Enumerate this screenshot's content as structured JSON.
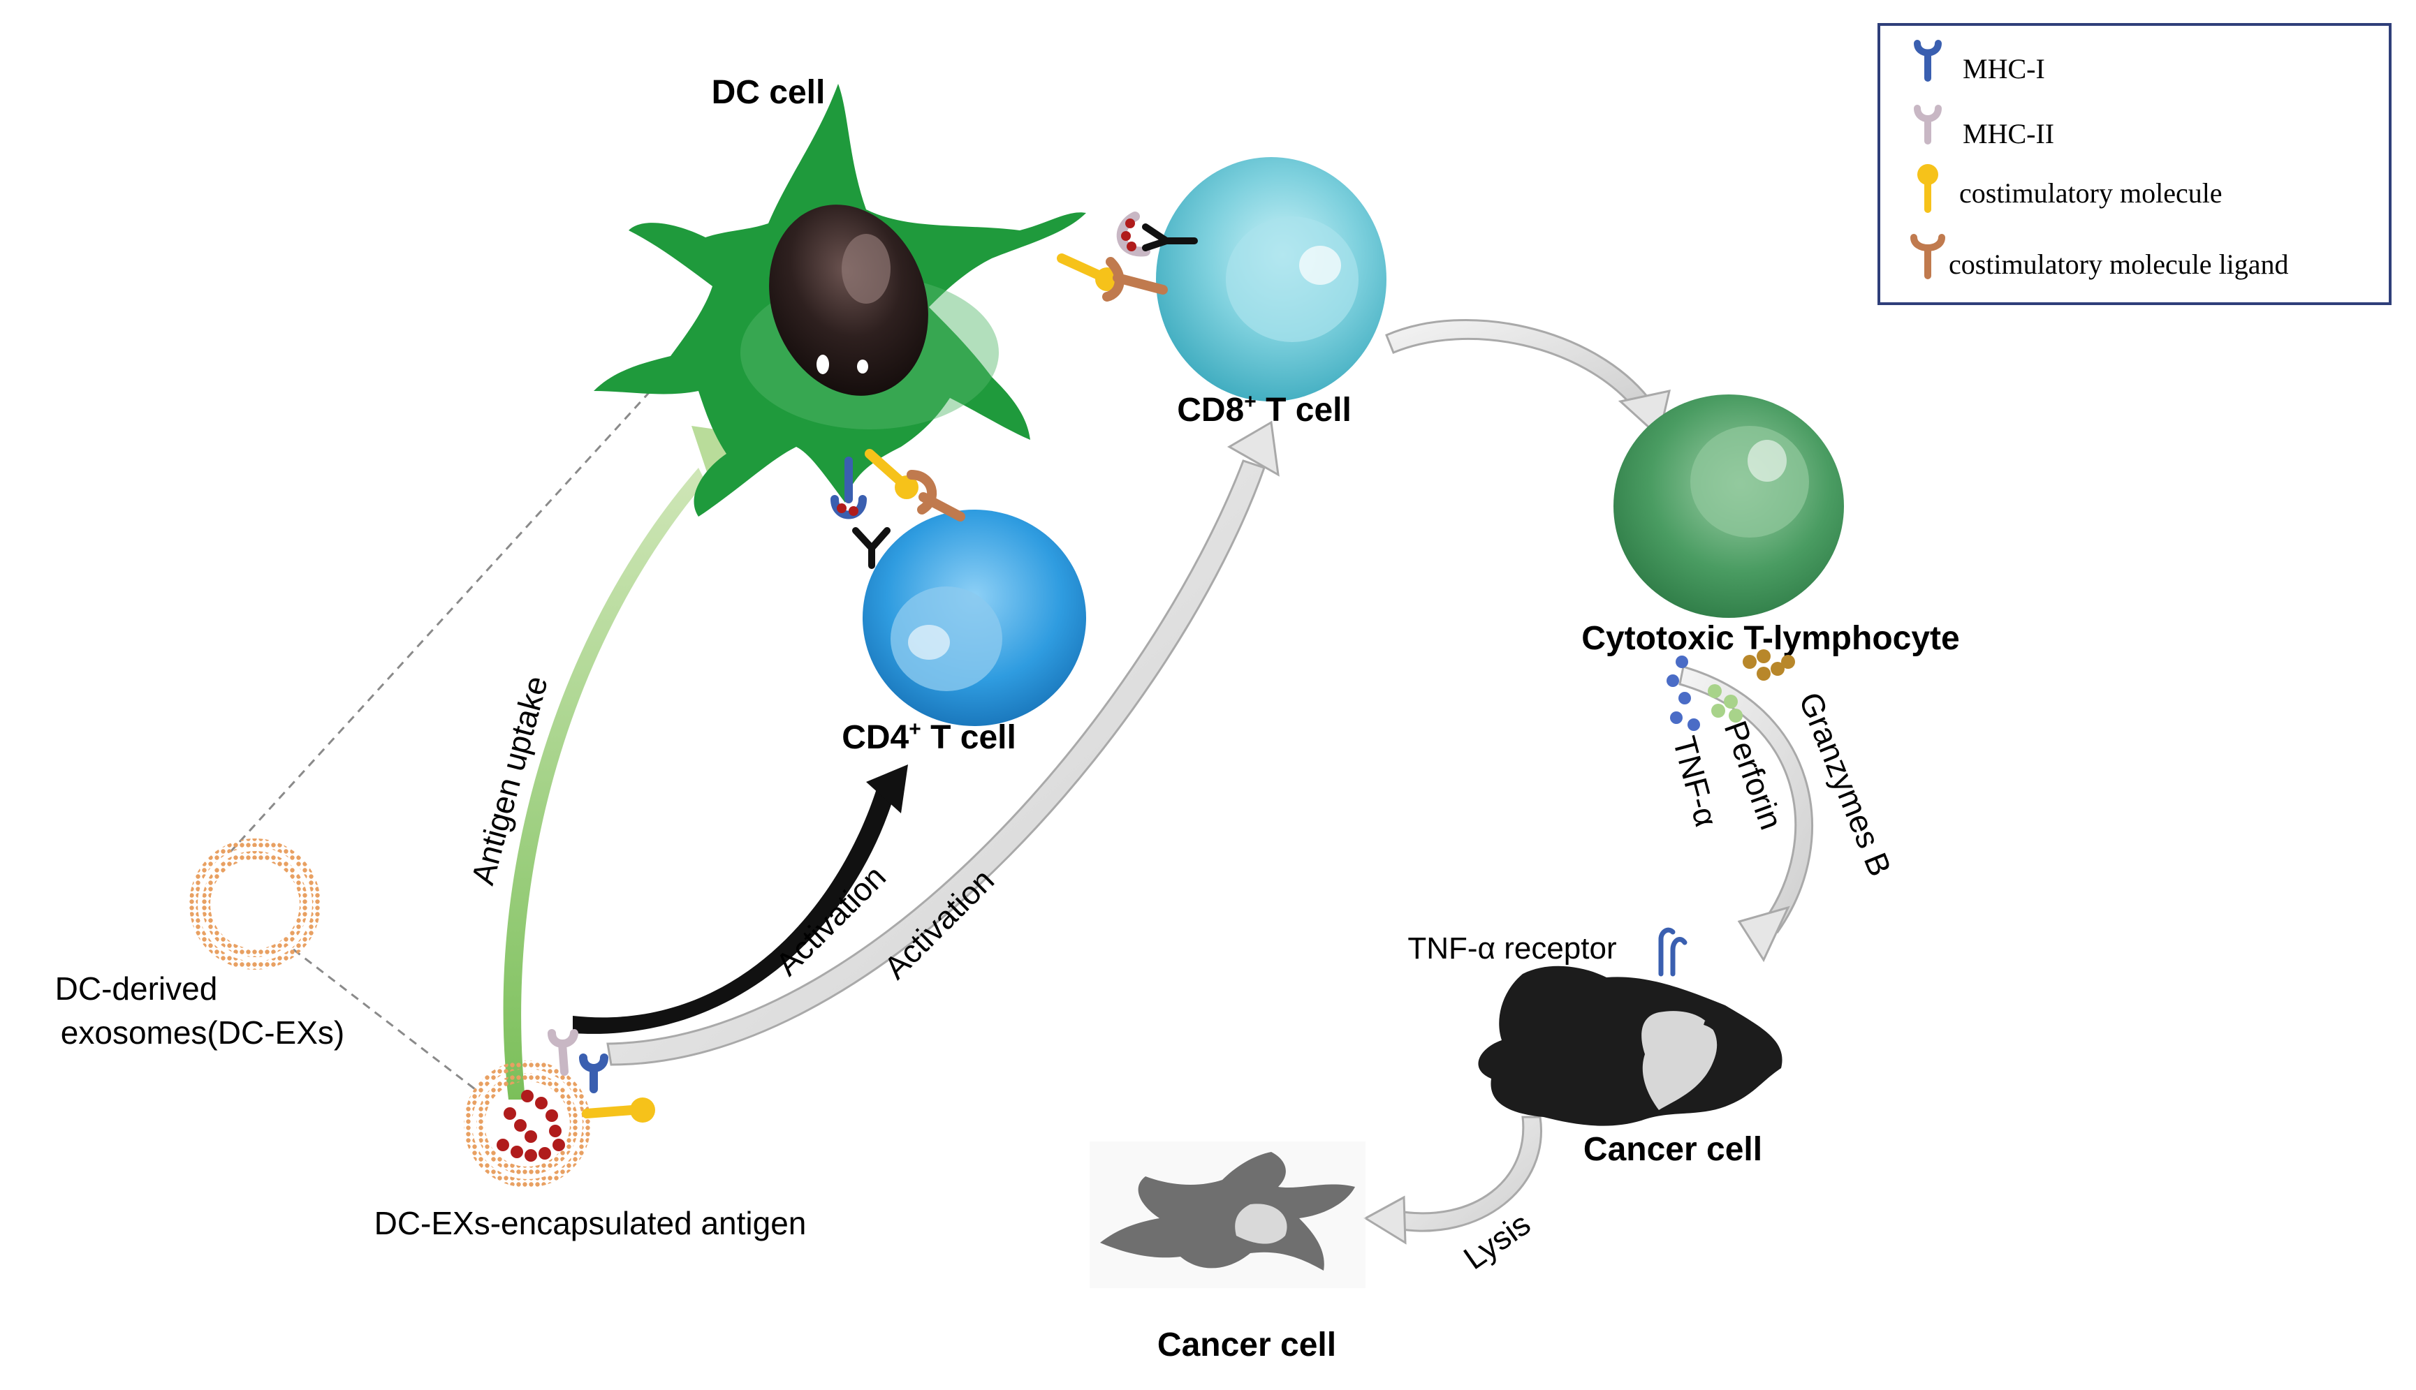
{
  "labels": {
    "dc_cell": "DC cell",
    "cd8_prefix": "CD8",
    "cd8_sup": "+",
    "cd8_suffix": " T cell",
    "cd4_prefix": "CD4",
    "cd4_sup": "+",
    "cd4_suffix": " T cell",
    "ctl": "Cytotoxic T-lymphocyte",
    "dc_exosomes_line1": "DC-derived",
    "dc_exosomes_line2": "exosomes(DC-EXs)",
    "dcex_antigen": "DC-EXs-encapsulated antigen",
    "antigen_uptake": "Antigen uptake",
    "activation_cd4": "Activation",
    "activation_cd8": "Activation",
    "tnf_alpha": "TNF-α",
    "perforin": "Perforin",
    "granzymes": "Granzymes B",
    "tnf_receptor": "TNF-α receptor",
    "cancer_cell_live": "Cancer cell",
    "cancer_cell_lysed": "Cancer cell",
    "lysis": "Lysis"
  },
  "legend": {
    "items": [
      {
        "label": "MHC-I",
        "icon": "mhc-i-icon"
      },
      {
        "label": "MHC-II",
        "icon": "mhc-ii-icon"
      },
      {
        "label": "costimulatory  molecule",
        "icon": "costimulatory-molecule-icon"
      },
      {
        "label": "costimulatory  molecule  ligand",
        "icon": "costimulatory-ligand-icon"
      }
    ]
  },
  "colors": {
    "dc_cell": "#1f9a3c",
    "cd8_cell": "#5cc3d4",
    "cd4_cell": "#2a9be0",
    "ctl_cell": "#3f9a5c",
    "cancer_cell": "#1c1c1c",
    "exosome": "#e8a062",
    "antigen": "#b01c1c",
    "mhc_i": "#3a5fb0",
    "mhc_ii": "#c8b7c4",
    "costim": "#f6c21a",
    "costim_ligand": "#c07a4e",
    "tnf_dots": "#4a6cc6",
    "perforin_dots": "#a8d38a",
    "granzyme_dots": "#b8872a"
  }
}
